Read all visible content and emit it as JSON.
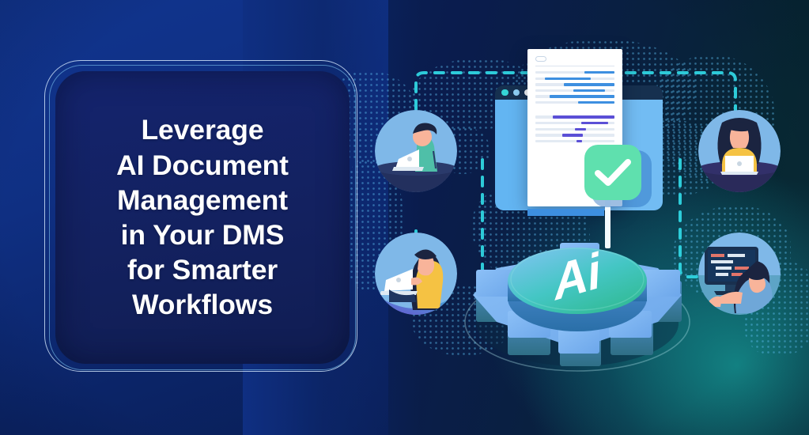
{
  "banner": {
    "headline_lines": [
      "Leverage",
      "AI Document",
      "Management",
      "in Your DMS",
      "for Smarter",
      "Workflows"
    ],
    "headline_full": "Leverage AI Document Management in Your DMS for Smarter Workflows",
    "gear_label": "Ai",
    "alt_texts": {
      "browser_window": "browser-window",
      "document": "document-page",
      "check_badge": "approved-check-badge",
      "gear": "ai-gear",
      "world_map": "dotted-world-map",
      "connectors": "dashed-connector-lines"
    },
    "avatars": [
      {
        "id": "avatar-top-left",
        "label": "person-with-laptop-side-view"
      },
      {
        "id": "avatar-top-right",
        "label": "woman-with-laptop-front-view"
      },
      {
        "id": "avatar-bottom-left",
        "label": "woman-with-laptop-left-facing"
      },
      {
        "id": "avatar-bottom-right",
        "label": "developer-at-monitor-back-view"
      }
    ],
    "window_dots": [
      "cyan",
      "light-blue",
      "white"
    ],
    "colors": {
      "bg_deep_blue": "#11358f",
      "bg_navy": "#0a1c4d",
      "bg_teal": "#0f6f78",
      "card_fill": "#14246e",
      "card_border": "#d7ebff",
      "headline_text": "#ffffff",
      "accent_cyan": "#2fd4e0",
      "accent_mint": "#5fe0ae",
      "accent_blue": "#63b5f2",
      "highlight_blue": "#3d8fe0",
      "highlight_purple": "#5b4fd6",
      "gear_blue": "#7fb3f0",
      "gear_teal": "#3fc9b0",
      "yellow_shirt": "#f5c243",
      "skin": "#f8b49a"
    }
  }
}
